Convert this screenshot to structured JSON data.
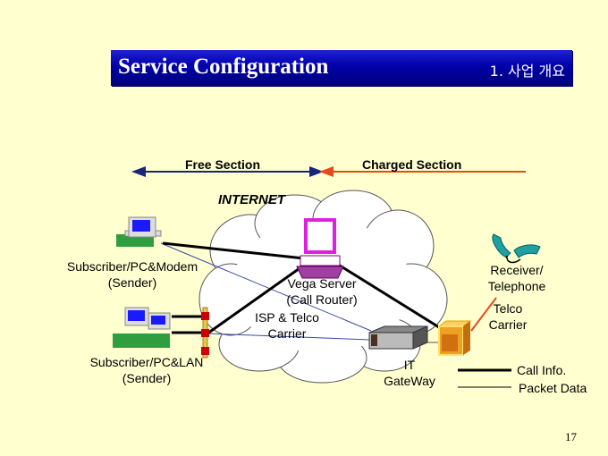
{
  "header": {
    "title": "Service Configuration",
    "section": "1.  사업 개요"
  },
  "sections": {
    "free": {
      "label": "Free Section",
      "color": "#1a237e"
    },
    "charged": {
      "label": "Charged Section",
      "color": "#e64a19"
    }
  },
  "network_label": "INTERNET",
  "nodes": {
    "pc_modem": {
      "line1": "Subscriber/PC&Modem",
      "line2": "(Sender)"
    },
    "pc_lan": {
      "line1": "Subscriber/PC&LAN",
      "line2": "(Sender)"
    },
    "vega_server": {
      "line1": "Vega Server",
      "line2": "(Call Router)"
    },
    "isp": {
      "line1": "ISP & Telco",
      "line2": "Carrier"
    },
    "gateway": {
      "line1": "IT",
      "line2": "GateWay"
    },
    "telephone": {
      "line1": "Receiver/",
      "line2": "Telephone"
    },
    "telco": {
      "line1": "Telco",
      "line2": "Carrier"
    }
  },
  "legend": {
    "call_info": "Call Info.",
    "packet_data": "Packet Data"
  },
  "page_number": "17"
}
